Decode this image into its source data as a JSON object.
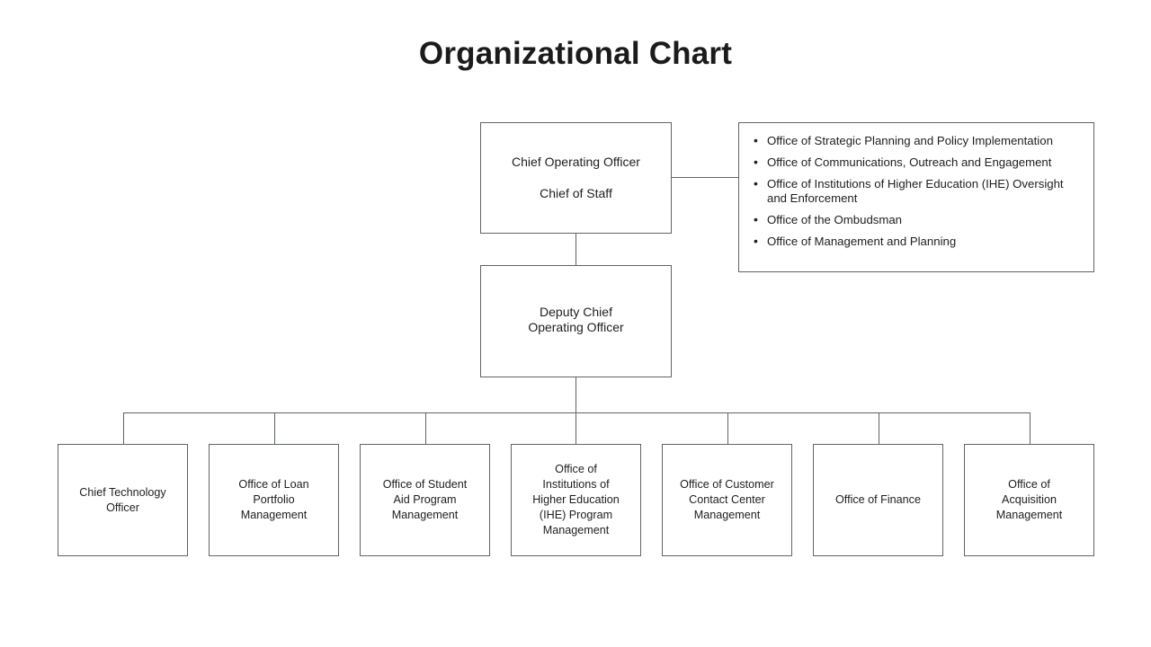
{
  "page": {
    "title": "Organizational Chart",
    "background_color": "#ffffff",
    "line_color": "#5f6563",
    "text_color": "#1e1e1e"
  },
  "chart_data": {
    "type": "diagram",
    "title": "Organizational Chart",
    "nodes": {
      "root": {
        "id": "chief-operating-officer",
        "lines": [
          "Chief Operating Officer",
          "Chief of Staff"
        ]
      },
      "deputy": {
        "id": "deputy-chief-operating-officer",
        "lines": [
          "Deputy Chief",
          "Operating Officer"
        ]
      }
    },
    "staff_panel": {
      "items": [
        "Office of Strategic Planning and Policy Implementation",
        "Office of Communications, Outreach and Engagement",
        "Office of Institutions of Higher Education (IHE) Oversight and Enforcement",
        "Office of the Ombudsman",
        "Office of Management and Planning"
      ]
    },
    "children": [
      {
        "id": "chief-technology-officer",
        "lines": [
          "Chief Technology",
          "Officer"
        ]
      },
      {
        "id": "office-of-loan-portfolio-management",
        "lines": [
          "Office of Loan",
          "Portfolio",
          "Management"
        ]
      },
      {
        "id": "office-of-student-aid-program-management",
        "lines": [
          "Office of Student",
          "Aid Program",
          "Management"
        ]
      },
      {
        "id": "office-of-ihe-program-management",
        "lines": [
          "Office of",
          "Institutions of",
          "Higher Education",
          "(IHE) Program",
          "Management"
        ]
      },
      {
        "id": "office-of-customer-contact-center-management",
        "lines": [
          "Office of Customer",
          "Contact Center",
          "Management"
        ]
      },
      {
        "id": "office-of-finance",
        "lines": [
          "Office of Finance"
        ]
      },
      {
        "id": "office-of-acquisition-management",
        "lines": [
          "Office of",
          "Acquisition",
          "Management"
        ]
      }
    ]
  }
}
